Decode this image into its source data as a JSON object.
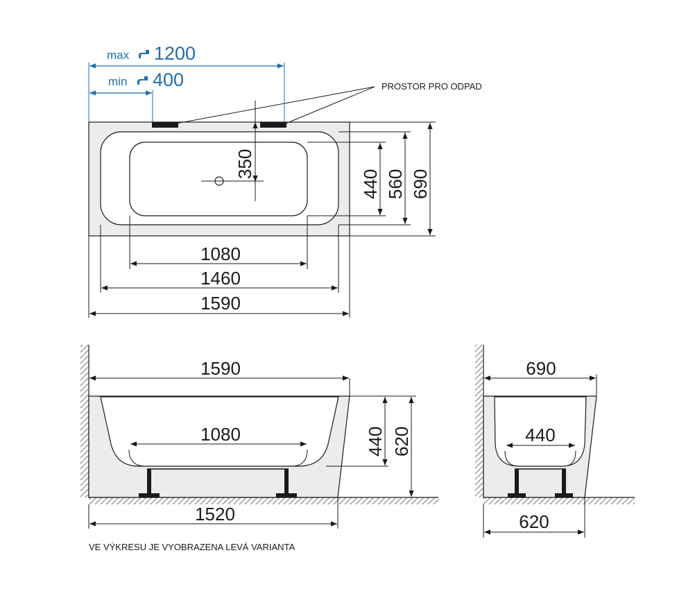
{
  "colors": {
    "line": "#1a1a1a",
    "accent": "#1f6fae",
    "body_fill": "#ececec",
    "shadow_fill": "#dcdcdc"
  },
  "icons": {
    "tap": "faucet-icon"
  },
  "top_view": {
    "max_label": "max",
    "max_value": "1200",
    "min_label": "min",
    "min_value": "400",
    "drain_callout": "PROSTOR PRO ODPAD",
    "dim_350": "350",
    "dim_440": "440",
    "dim_560": "560",
    "dim_690": "690",
    "dim_1080": "1080",
    "dim_1460": "1460",
    "dim_1590": "1590"
  },
  "front_view": {
    "dim_1590": "1590",
    "dim_1080": "1080",
    "dim_440": "440",
    "dim_620": "620",
    "dim_1520": "1520"
  },
  "side_view": {
    "dim_690": "690",
    "dim_440": "440",
    "dim_620": "620"
  },
  "note": "VE VÝKRESU JE VYOBRAZENA LEVÁ VARIANTA"
}
